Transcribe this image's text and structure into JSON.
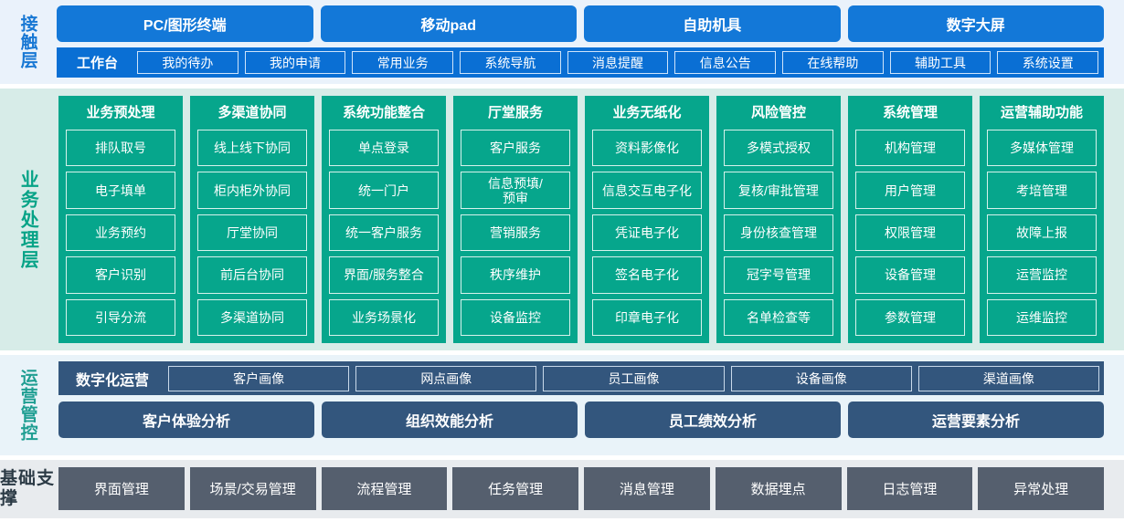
{
  "colors": {
    "channel_blue": "#1378d8",
    "workbench_blue": "#0a6fd4",
    "touch_bg": "#eaf2fb",
    "biz_teal": "#06a68c",
    "biz_bg": "#d7ece8",
    "ops_slate": "#33567d",
    "ops_bg": "#e9f3f9",
    "found_gray": "#555f6e",
    "found_bg": "#e8ebee"
  },
  "touch_layer": {
    "label": "接触层",
    "channels": [
      {
        "label": "PC/图形终端"
      },
      {
        "label": "移动pad"
      },
      {
        "label": "自助机具"
      },
      {
        "label": "数字大屏"
      }
    ],
    "workbench": {
      "title": "工作台",
      "items": [
        {
          "label": "我的待办"
        },
        {
          "label": "我的申请"
        },
        {
          "label": "常用业务"
        },
        {
          "label": "系统导航"
        },
        {
          "label": "消息提醒"
        },
        {
          "label": "信息公告"
        },
        {
          "label": "在线帮助"
        },
        {
          "label": "辅助工具"
        },
        {
          "label": "系统设置"
        }
      ]
    }
  },
  "business_layer": {
    "label": "业务处理层",
    "columns": [
      {
        "title": "业务预处理",
        "items": [
          {
            "label": "排队取号"
          },
          {
            "label": "电子填单"
          },
          {
            "label": "业务预约"
          },
          {
            "label": "客户识别"
          },
          {
            "label": "引导分流"
          }
        ]
      },
      {
        "title": "多渠道协同",
        "items": [
          {
            "label": "线上线下协同"
          },
          {
            "label": "柜内柜外协同"
          },
          {
            "label": "厅堂协同"
          },
          {
            "label": "前后台协同"
          },
          {
            "label": "多渠道协同"
          }
        ]
      },
      {
        "title": "系统功能整合",
        "items": [
          {
            "label": "单点登录"
          },
          {
            "label": "统一门户"
          },
          {
            "label": "统一客户服务"
          },
          {
            "label": "界面/服务整合"
          },
          {
            "label": "业务场景化"
          }
        ]
      },
      {
        "title": "厅堂服务",
        "items": [
          {
            "label": "客户服务"
          },
          {
            "label": "信息预填/\n预审"
          },
          {
            "label": "营销服务"
          },
          {
            "label": "秩序维护"
          },
          {
            "label": "设备监控"
          }
        ]
      },
      {
        "title": "业务无纸化",
        "items": [
          {
            "label": "资料影像化"
          },
          {
            "label": "信息交互电子化"
          },
          {
            "label": "凭证电子化"
          },
          {
            "label": "签名电子化"
          },
          {
            "label": "印章电子化"
          }
        ]
      },
      {
        "title": "风险管控",
        "items": [
          {
            "label": "多模式授权"
          },
          {
            "label": "复核/审批管理"
          },
          {
            "label": "身份核查管理"
          },
          {
            "label": "冠字号管理"
          },
          {
            "label": "名单检查等"
          }
        ]
      },
      {
        "title": "系统管理",
        "items": [
          {
            "label": "机构管理"
          },
          {
            "label": "用户管理"
          },
          {
            "label": "权限管理"
          },
          {
            "label": "设备管理"
          },
          {
            "label": "参数管理"
          }
        ]
      },
      {
        "title": "运营辅助功能",
        "items": [
          {
            "label": "多媒体管理"
          },
          {
            "label": "考培管理"
          },
          {
            "label": "故障上报"
          },
          {
            "label": "运营监控"
          },
          {
            "label": "运维监控"
          }
        ]
      }
    ]
  },
  "operations_layer": {
    "label": "运营管控",
    "digital_ops": {
      "title": "数字化运营",
      "items": [
        {
          "label": "客户画像"
        },
        {
          "label": "网点画像"
        },
        {
          "label": "员工画像"
        },
        {
          "label": "设备画像"
        },
        {
          "label": "渠道画像"
        }
      ]
    },
    "analysis": [
      {
        "label": "客户体验分析"
      },
      {
        "label": "组织效能分析"
      },
      {
        "label": "员工绩效分析"
      },
      {
        "label": "运营要素分析"
      }
    ]
  },
  "foundation_layer": {
    "label": "基础支撑",
    "items": [
      {
        "label": "界面管理"
      },
      {
        "label": "场景/交易管理"
      },
      {
        "label": "流程管理"
      },
      {
        "label": "任务管理"
      },
      {
        "label": "消息管理"
      },
      {
        "label": "数据埋点"
      },
      {
        "label": "日志管理"
      },
      {
        "label": "异常处理"
      }
    ]
  }
}
